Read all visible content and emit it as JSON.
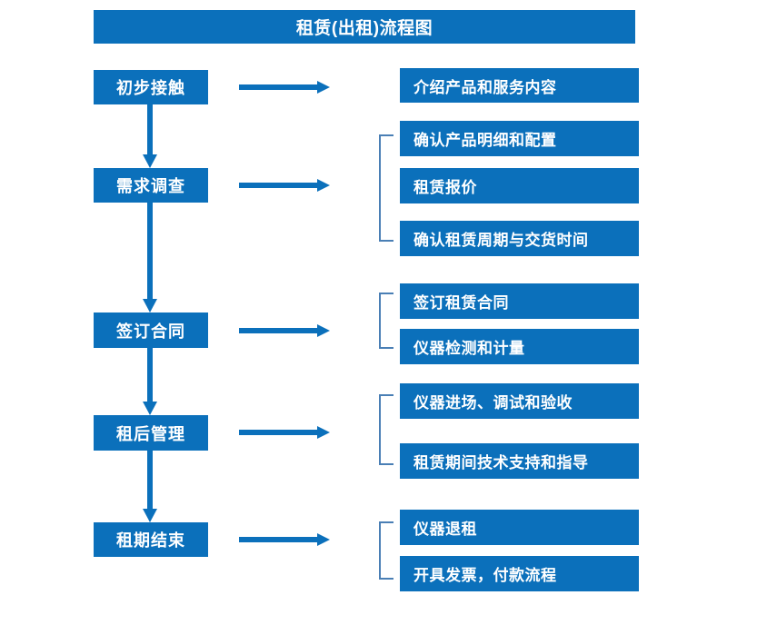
{
  "chart_title": "租赁(出租)流程图",
  "colors": {
    "primary": "#0b70bb",
    "bracket": "#4a7fb5",
    "text_on_primary": "#ffffff",
    "background": "#ffffff"
  },
  "stages": [
    {
      "id": "stage-1",
      "label": "初步接触"
    },
    {
      "id": "stage-2",
      "label": "需求调查"
    },
    {
      "id": "stage-3",
      "label": "签订合同"
    },
    {
      "id": "stage-4",
      "label": "租后管理"
    },
    {
      "id": "stage-5",
      "label": "租期结束"
    }
  ],
  "details": [
    {
      "id": "detail-1",
      "label": "介绍产品和服务内容"
    },
    {
      "id": "detail-2",
      "label": "确认产品明细和配置"
    },
    {
      "id": "detail-3",
      "label": "租赁报价"
    },
    {
      "id": "detail-4",
      "label": "确认租赁周期与交货时间"
    },
    {
      "id": "detail-5",
      "label": "签订租赁合同"
    },
    {
      "id": "detail-6",
      "label": "仪器检测和计量"
    },
    {
      "id": "detail-7",
      "label": "仪器进场、调试和验收"
    },
    {
      "id": "detail-8",
      "label": "租赁期间技术支持和指导"
    },
    {
      "id": "detail-9",
      "label": "仪器退租"
    },
    {
      "id": "detail-10",
      "label": "开具发票，付款流程"
    }
  ],
  "groups": [
    {
      "id": "group-1",
      "stage": "需求调查",
      "members": [
        "确认产品明细和配置",
        "租赁报价",
        "确认租赁周期与交货时间"
      ]
    },
    {
      "id": "group-2",
      "stage": "签订合同",
      "members": [
        "签订租赁合同",
        "仪器检测和计量"
      ]
    },
    {
      "id": "group-3",
      "stage": "租后管理",
      "members": [
        "仪器进场、调试和验收",
        "租赁期间技术支持和指导"
      ]
    },
    {
      "id": "group-4",
      "stage": "租期结束",
      "members": [
        "仪器退租",
        "开具发票，付款流程"
      ]
    }
  ],
  "flow_connections": [
    {
      "from": "初步接触",
      "to": "需求调查",
      "direction": "down"
    },
    {
      "from": "需求调查",
      "to": "签订合同",
      "direction": "down"
    },
    {
      "from": "签订合同",
      "to": "租后管理",
      "direction": "down"
    },
    {
      "from": "租后管理",
      "to": "租期结束",
      "direction": "down"
    },
    {
      "from": "初步接触",
      "to": "介绍产品和服务内容",
      "direction": "right"
    },
    {
      "from": "需求调查",
      "to": "确认产品明细和配置",
      "direction": "right"
    },
    {
      "from": "签订合同",
      "to": "签订租赁合同",
      "direction": "right"
    },
    {
      "from": "租后管理",
      "to": "仪器进场、调试和验收",
      "direction": "right"
    },
    {
      "from": "租期结束",
      "to": "仪器退租",
      "direction": "right"
    }
  ]
}
